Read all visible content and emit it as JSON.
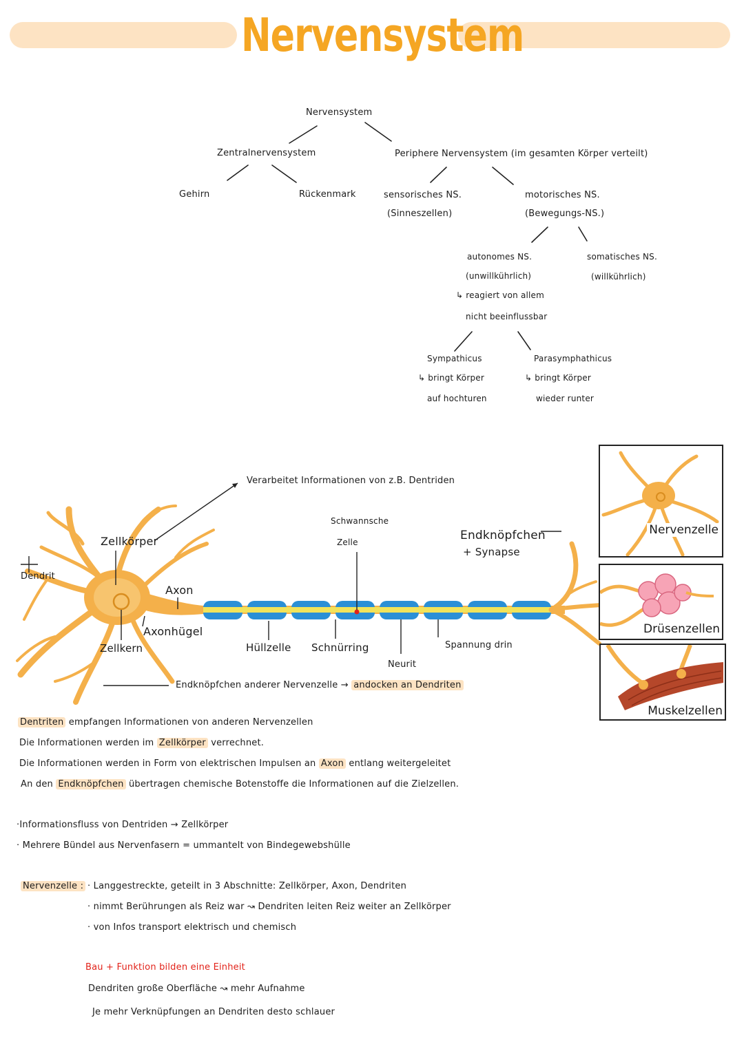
{
  "title": "Nervensystem",
  "tree": {
    "root": "Nervensystem",
    "zns": "Zentralnervensystem",
    "pns": "Periphere Nervensystem (im gesamten Körper verteilt)",
    "gehirn": "Gehirn",
    "rueckenmark": "Rückenmark",
    "sensorisch_1": "sensorisches NS.",
    "sensorisch_2": "(Sinneszellen)",
    "motorisch_1": "motorisches NS.",
    "motorisch_2": "(Bewegungs-NS.)",
    "autonom_1": "autonomes NS.",
    "autonom_2": "(unwillkührlich)",
    "autonom_3": "reagiert von allem",
    "autonom_4": "nicht beeinflussbar",
    "somatisch_1": "somatisches NS.",
    "somatisch_2": "(willkührlich)",
    "sympathicus_1": "Sympathicus",
    "sympathicus_2": "bringt Körper",
    "sympathicus_3": "auf hochturen",
    "parasympathicus_1": "Parasymphathicus",
    "parasympathicus_2": "bringt Körper",
    "parasympathicus_3": "wieder runter"
  },
  "neuron": {
    "verarbeitet": "Verarbeitet Informationen von z.B. Dentriden",
    "zellkoerper": "Zellkörper",
    "dendrit": "Dendrit",
    "axon": "Axon",
    "axonhuegel": "Axonhügel",
    "zellkern": "Zellkern",
    "schwann_1": "Schwannsche",
    "schwann_2": "Zelle",
    "endknoepfchen_1": "Endknöpfchen",
    "endknoepfchen_2": "+ Synapse",
    "huellzelle": "Hüllzelle",
    "schnuerring": "Schnürring",
    "neurit": "Neurit",
    "spannung": "Spannung drin",
    "endknoepfchen_anderer": "Endknöpfchen anderer Nervenzelle →",
    "andocken": "andocken an Dendriten"
  },
  "panels": {
    "nervenzelle": "Nervenzelle",
    "druesenzellen": "Drüsenzellen",
    "muskelzellen": "Muskelzellen"
  },
  "notes": {
    "p1_hl": "Dentriten",
    "p1_rest": "empfangen Informationen von anderen Nervenzellen",
    "p2_a": "Die Informationen werden im",
    "p2_hl": "Zellkörper",
    "p2_b": "verrechnet.",
    "p3_a": "Die Informationen werden in Form von elektrischen Impulsen an",
    "p3_hl": "Axon",
    "p3_b": "entlang weitergeleitet",
    "p4_a": "An den",
    "p4_hl": "Endknöpfchen",
    "p4_b": "übertragen chemische Botenstoffe die Informationen auf die Zielzellen.",
    "b1": "·Informationsfluss von Dentriden → Zellkörper",
    "b2": "· Mehrere Bündel aus Nervenfasern = ummantelt von Bindegewebshülle",
    "nz_label": "Nervenzelle :",
    "nz_1": "· Langgestreckte, geteilt in 3 Abschnitte: Zellkörper, Axon, Dendriten",
    "nz_2": "· nimmt Berührungen als Reiz war ↝ Dendriten leiten Reiz weiter an Zellkörper",
    "nz_3": "· von Infos transport elektrisch und chemisch",
    "red": "Bau + Funktion bilden eine Einheit",
    "d1": "Dendriten große Oberfläche ↝ mehr Aufnahme",
    "d2": "Je mehr Verknüpfungen an Dendriten desto schlauer"
  },
  "colors": {
    "accent": "#f5a623",
    "banner": "#fde3c3",
    "myelin": "#2b8fd6",
    "axon_core": "#f2e35a",
    "red": "#e2231a",
    "neuron": "#f4b04a"
  }
}
